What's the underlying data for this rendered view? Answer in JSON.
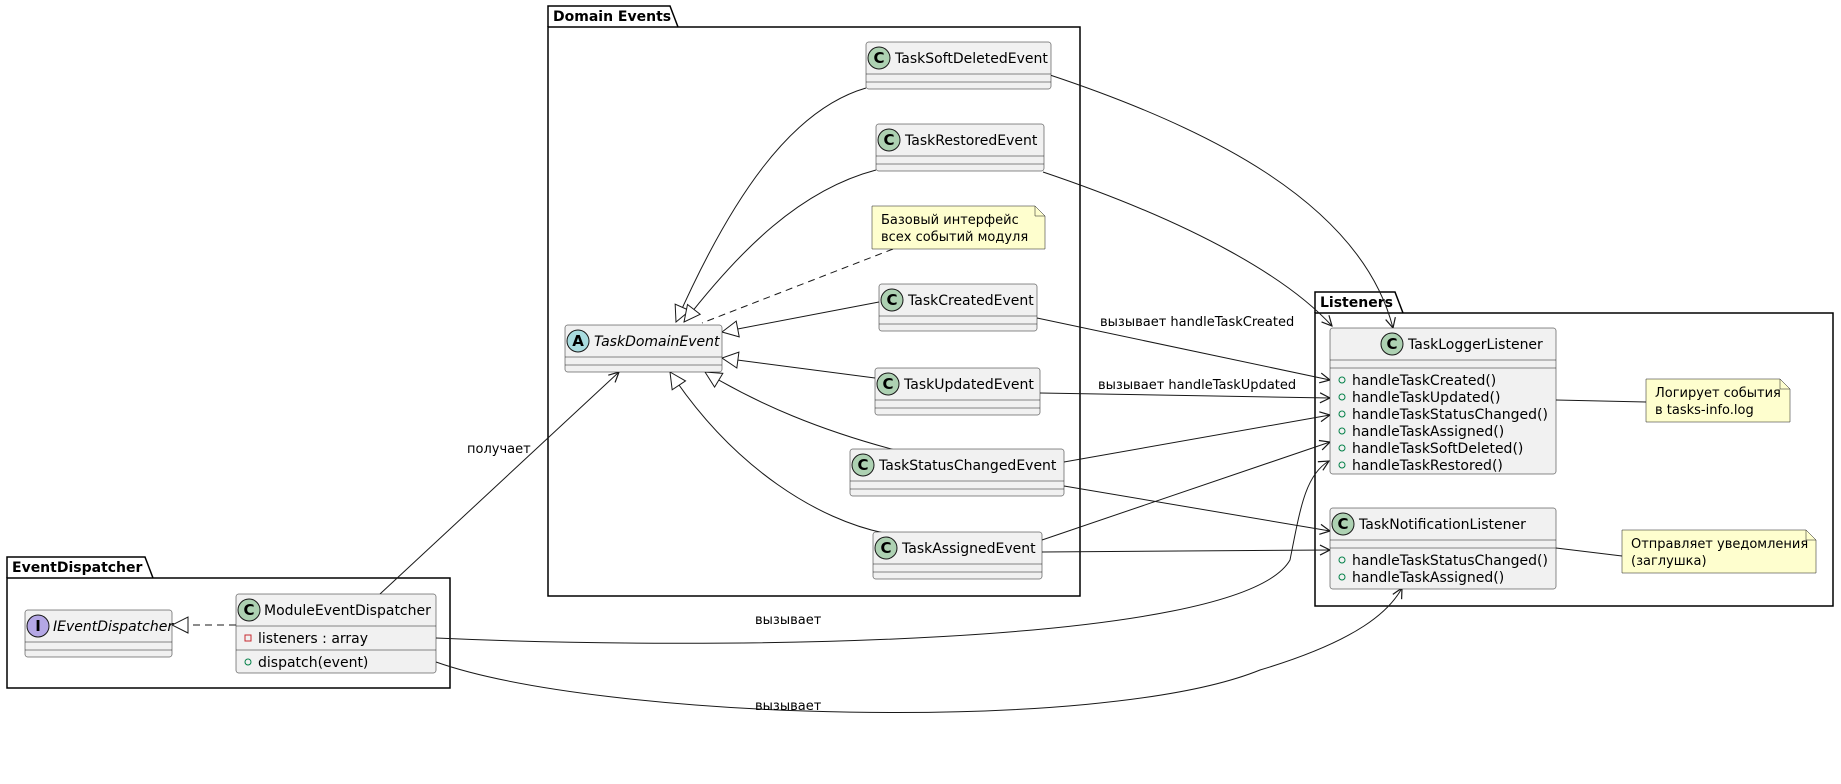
{
  "packages": {
    "domain": "Domain Events",
    "listeners": "Listeners",
    "dispatcher": "EventDispatcher"
  },
  "classes": {
    "softDeleted": {
      "letter": "C",
      "name": "TaskSoftDeletedEvent",
      "color": "#add1b2"
    },
    "restored": {
      "letter": "C",
      "name": "TaskRestoredEvent",
      "color": "#add1b2"
    },
    "created": {
      "letter": "C",
      "name": "TaskCreatedEvent",
      "color": "#add1b2"
    },
    "updated": {
      "letter": "C",
      "name": "TaskUpdatedEvent",
      "color": "#add1b2"
    },
    "statusChanged": {
      "letter": "C",
      "name": "TaskStatusChangedEvent",
      "color": "#add1b2"
    },
    "assigned": {
      "letter": "C",
      "name": "TaskAssignedEvent",
      "color": "#add1b2"
    },
    "domainEvent": {
      "letter": "A",
      "name": "TaskDomainEvent",
      "color": "#a9dcdf"
    },
    "logger": {
      "letter": "C",
      "name": "TaskLoggerListener",
      "color": "#add1b2",
      "methods": [
        "handleTaskCreated()",
        "handleTaskUpdated()",
        "handleTaskStatusChanged()",
        "handleTaskAssigned()",
        "handleTaskSoftDeleted()",
        "handleTaskRestored()"
      ]
    },
    "notification": {
      "letter": "C",
      "name": "TaskNotificationListener",
      "color": "#add1b2",
      "methods": [
        "handleTaskStatusChanged()",
        "handleTaskAssigned()"
      ]
    },
    "iDispatcher": {
      "letter": "I",
      "name": "IEventDispatcher",
      "color": "#b4a7e5"
    },
    "moduleDispatcher": {
      "letter": "C",
      "name": "ModuleEventDispatcher",
      "color": "#add1b2",
      "fields": [
        "listeners : array"
      ],
      "methods": [
        "dispatch(event)"
      ]
    }
  },
  "notes": {
    "domainEvent": [
      "Базовый интерфейс",
      "всех событий модуля"
    ],
    "logger": [
      "Логирует события",
      "в tasks-info.log"
    ],
    "notification": [
      "Отправляет уведомления",
      "(заглушка)"
    ]
  },
  "edgeLabels": {
    "created": "вызывает handleTaskCreated",
    "updated": "вызывает handleTaskUpdated",
    "receives": "получает",
    "callsLogger": "вызывает",
    "callsNotification": "вызывает"
  },
  "colors": {
    "noteFill": "#fefece",
    "classFill": "#f1f1f1",
    "privateField": "#c82930",
    "publicMethod": "#84be84"
  }
}
